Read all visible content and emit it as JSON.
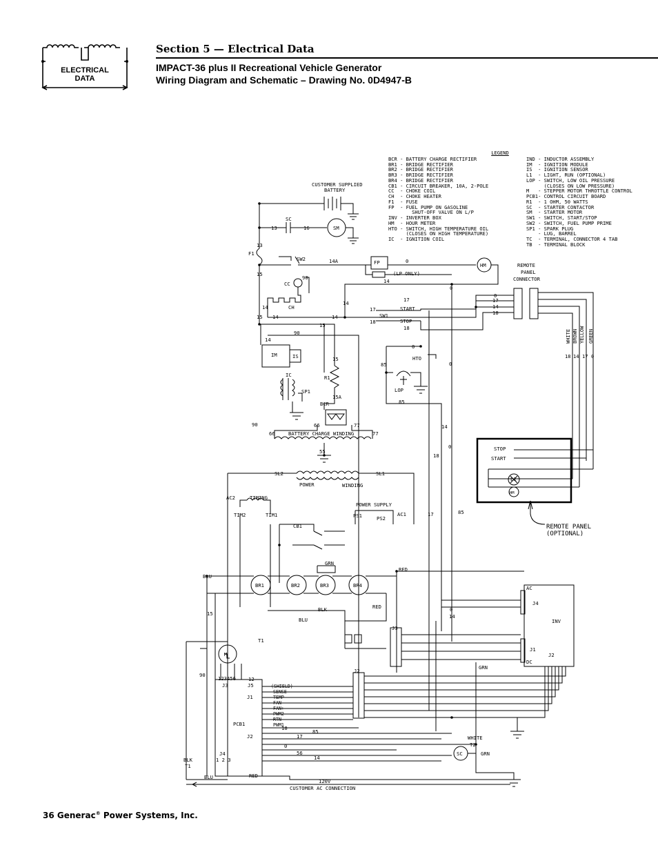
{
  "header": {
    "section": "Section 5 — Electrical Data",
    "title_line1": "IMPACT-36 plus II Recreational Vehicle Generator",
    "title_line2": "Wiring Diagram and Schematic – Drawing No. 0D4947-B"
  },
  "logo": {
    "line1": "ELECTRICAL",
    "line2": "DATA"
  },
  "footer": {
    "page": "36",
    "company": "Generac",
    "mark": "®",
    "suffix": "Power Systems, Inc."
  },
  "legend": {
    "title": "LEGEND",
    "rows": [
      [
        "BCR - BATTERY CHARGE RECTIFIER",
        "IND - INDUCTOR ASSEMBLY"
      ],
      [
        "BR1 - BRIDGE RECTIFIER",
        "IM  - IGNITION MODULE"
      ],
      [
        "BR2 - BRIDGE RECTIFIER",
        "IS  - IGNITION SENSOR"
      ],
      [
        "BR3 - BRIDGE RECTIFIER",
        "L1  - LIGHT, RUN (OPTIONAL)"
      ],
      [
        "BR4 - BRIDGE RECTIFIER",
        "LOP - SWITCH, LOW OIL PRESSURE"
      ],
      [
        "CB1 - CIRCUIT BREAKER, 10A, 2-POLE",
        "      (CLOSES ON LOW PRESSURE)"
      ],
      [
        "CC  - CHOKE COIL",
        "M   - STEPPER MOTOR THROTTLE CONTROL"
      ],
      [
        "CH  - CHOKE HEATER",
        "PCB1- CONTROL CIRCUIT BOARD"
      ],
      [
        "F1  - FUSE",
        "R1  - 1 OHM, 50 WATTS"
      ],
      [
        "FP  - FUEL PUMP ON GASOLINE",
        "SC  - STARTER CONTACTOR"
      ],
      [
        "        SHUT-OFF VALVE ON L/P",
        "SM  - STARTER MOTOR"
      ],
      [
        "INV - INVERTER BOX",
        "SW1 - SWITCH, START/STOP"
      ],
      [
        "HM  - HOUR METER",
        "SW2 - SWITCH, FUEL PUMP PRIME"
      ],
      [
        "HTO - SWITCH, HIGH TEMPERATURE OIL",
        "SP1 - SPARK PLUG"
      ],
      [
        "      (CLOSES ON HIGH TEMPERATURE)",
        "    - LUG, BARREL"
      ],
      [
        "IC  - IGNITION COIL",
        "TC  - TERMINAL, CONNECTOR 4 TAB"
      ],
      [
        "",
        "TB  - TERMINAL BLOCK"
      ]
    ]
  },
  "labels": {
    "battery": [
      "CUSTOMER SUPPLIED",
      "BATTERY"
    ],
    "sc": "SC",
    "sm": "SM",
    "f1": "F1",
    "sw2": "SW2",
    "cc": "CC",
    "ch": "CH",
    "fp": "FP",
    "lp_only": "(LP ONLY)",
    "hm": "HM",
    "sw1": "SW1",
    "start": "START",
    "stop": "STOP",
    "im": "IM",
    "is": "IS",
    "ic": "IC",
    "sp1": "SP1",
    "r1": "R1",
    "bcr": "BCR",
    "hto": "HTO",
    "lop": "LOP",
    "battery_charge_winding": "BATTERY CHARGE WINDING",
    "power": "POWER",
    "winding": "WINDING",
    "sl1": "SL1",
    "sl2": "SL2",
    "ac1": "AC1",
    "ac2": "AC2",
    "timing": "TIMING",
    "tim1": "TIM1",
    "tim2": "TIM2",
    "power_supply": "POWER SUPPLY",
    "ps1": "PS1",
    "ps2": "PS2",
    "cb1": "CB1",
    "br1": "BR1",
    "br2": "BR2",
    "br3": "BR3",
    "br4": "BR4",
    "blu": "BLU",
    "blk": "BLK",
    "red": "RED",
    "grn": "GRN",
    "white": "WHITE",
    "t1": "T1",
    "t2": "T2",
    "j1": "J1",
    "j2": "J2",
    "j3": "J3",
    "j4": "J4",
    "j5": "J5",
    "inv": "INV",
    "pcb1": "PCB1",
    "m": "M",
    "l1": "L1",
    "ac": "AC",
    "dc": "DC",
    "remote_panel_connector": [
      "REMOTE",
      "PANEL",
      "CONNECTOR"
    ],
    "remote_panel": [
      "REMOTE PANEL",
      "(OPTIONAL)"
    ],
    "remote_colors": [
      "WHITE",
      "BROWN",
      "YELLOW",
      "GREEN"
    ],
    "remote_wires": [
      "18",
      "14",
      "17",
      "0"
    ],
    "pcb_j1_pins": [
      "(SHIELD)",
      "SENSE",
      "TEMP",
      "FAN-",
      "FAN+",
      "PWM2",
      "RTN",
      "PWM1"
    ],
    "j3_pins": "123456",
    "j4_pins": "1 2 3",
    "ac_connection": [
      "120V",
      "CUSTOMER AC CONNECTION"
    ],
    "wire_numbers": {
      "w13": "13",
      "w16": "16",
      "w15": "15",
      "w14": "14",
      "w14a": "14A",
      "w0": "0",
      "w90": "90",
      "w17": "17",
      "w18": "18",
      "w85": "85",
      "w15a": "15A",
      "w66": "66",
      "w77": "77",
      "w55": "55",
      "w56": "56",
      "w12": "12"
    }
  }
}
